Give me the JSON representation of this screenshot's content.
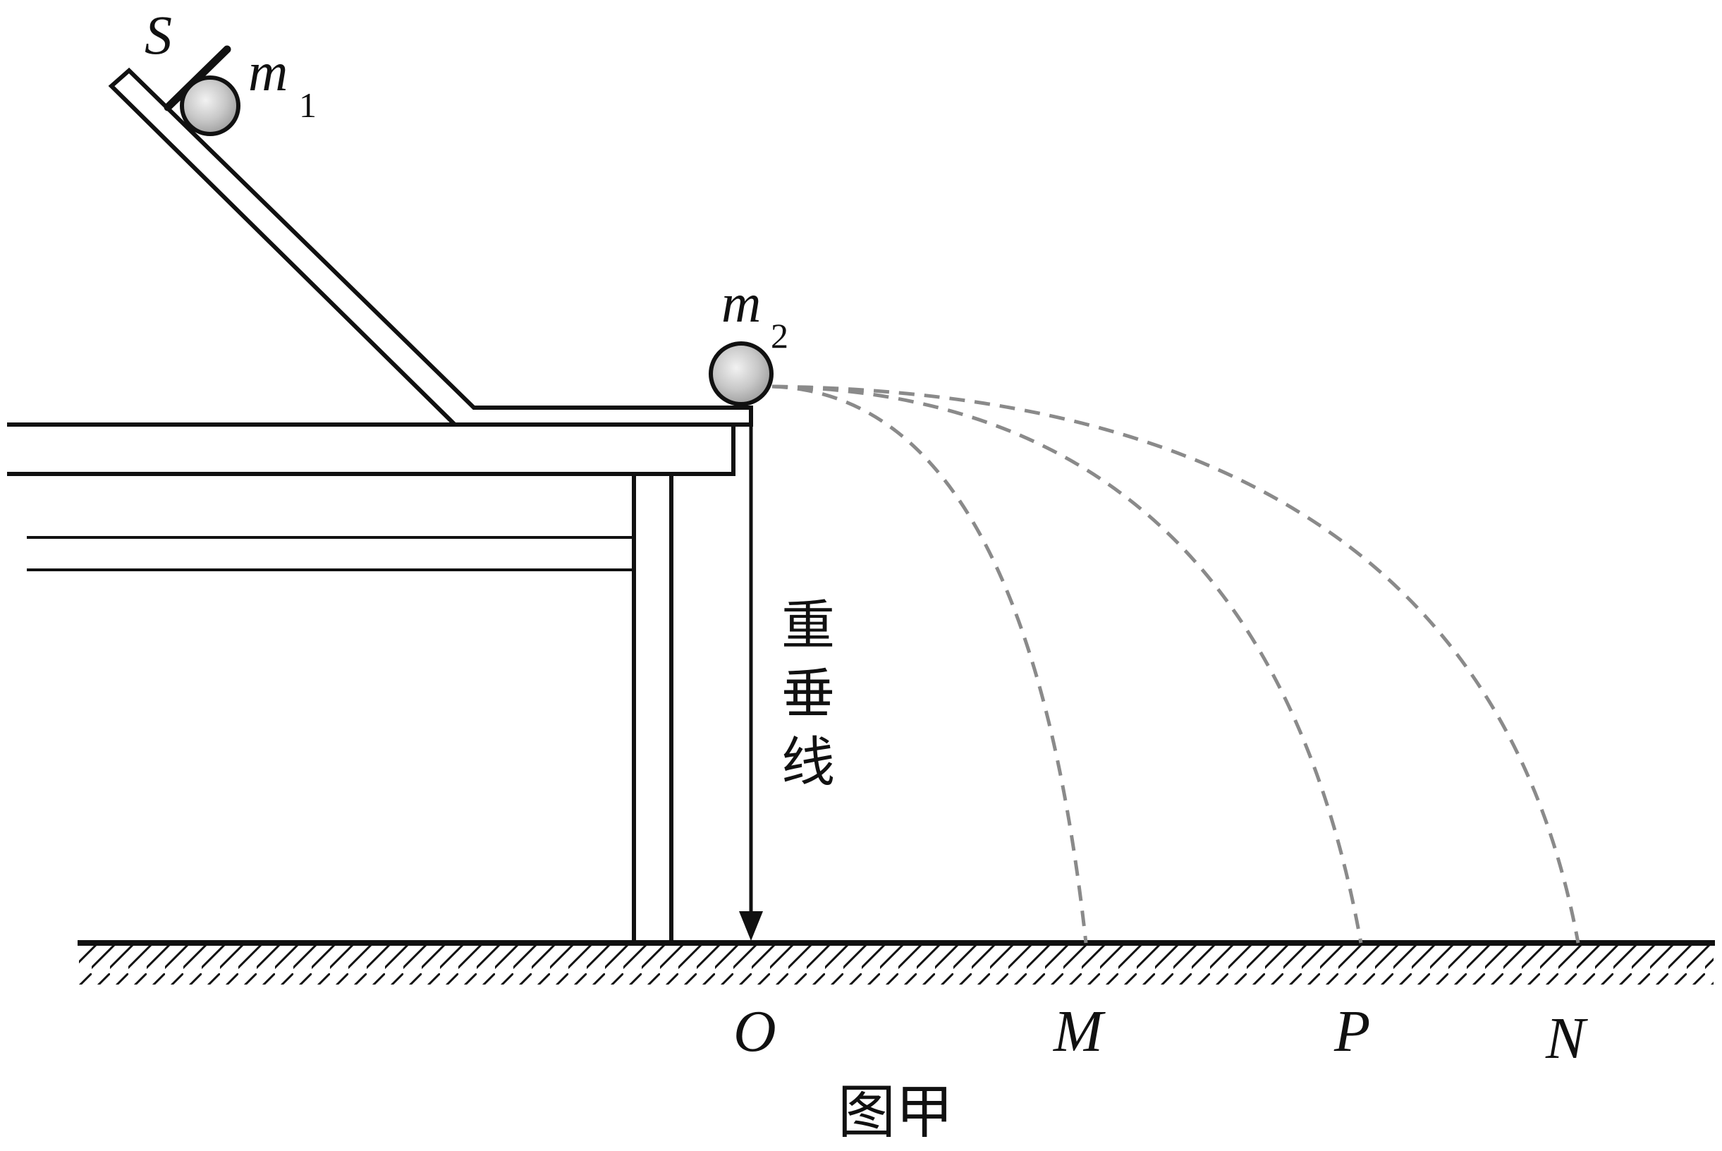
{
  "figure": {
    "caption": "图甲",
    "plumb_line_label": [
      "重",
      "垂",
      "线"
    ],
    "switch_label": "S",
    "ball_1": {
      "symbol": "m",
      "subscript": "1"
    },
    "ball_2": {
      "symbol": "m",
      "subscript": "2"
    },
    "points": [
      "O",
      "M",
      "P",
      "N"
    ]
  },
  "colors": {
    "line": "#111111",
    "ball_fill": "#c8c8c8",
    "trajectory": "#8a8a8a",
    "background": "#ffffff"
  },
  "icons": [
    "ball-icon",
    "plumb-arrow-icon",
    "ground-hatch-icon"
  ]
}
